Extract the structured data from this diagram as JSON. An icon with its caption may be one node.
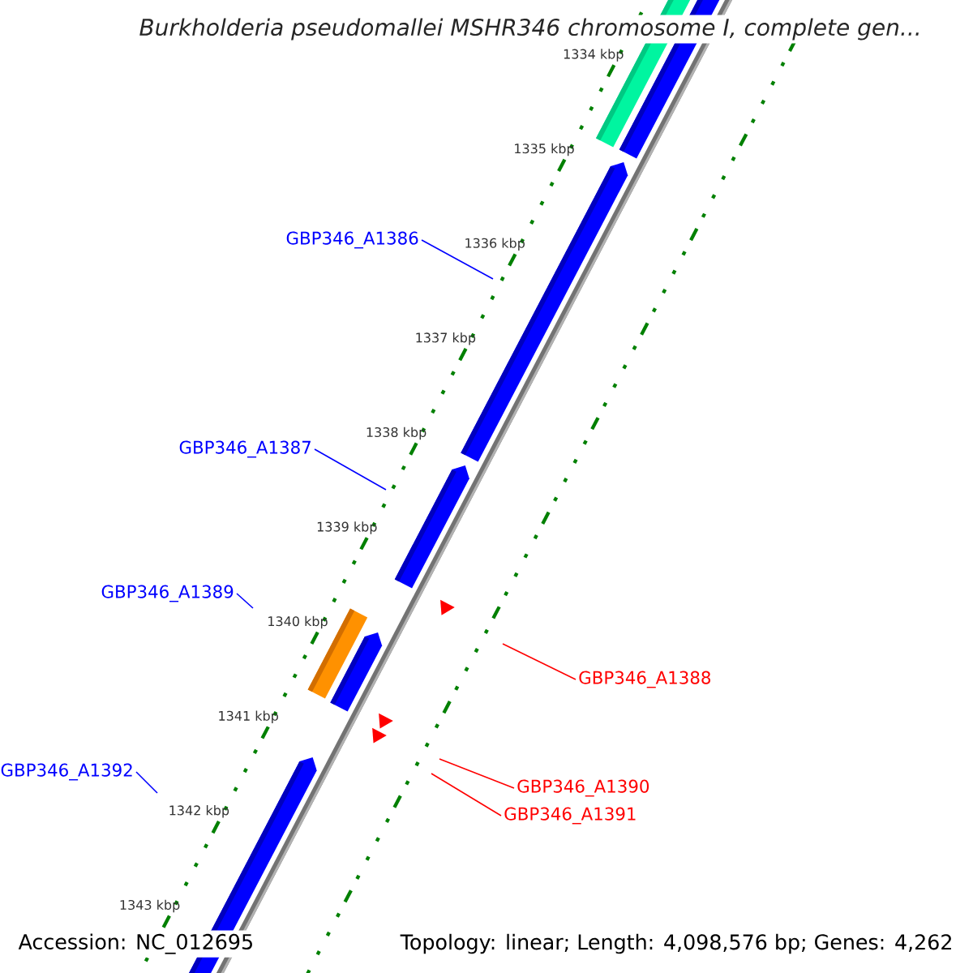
{
  "diagram": {
    "title": "Burkholderia pseudomallei MSHR346 chromosome I, complete gen...",
    "nodes": [
      {
        "text": [
          "GBP346_A1386"
        ]
      },
      {
        "text": [
          "GBP346_A1387"
        ]
      },
      {
        "text": [
          "GBP346_A1389"
        ]
      },
      {
        "text": [
          "GBP346_A1388"
        ]
      },
      {
        "text": [
          "GBP346_A1392"
        ]
      },
      {
        "text": [
          "GBP346_A1390"
        ]
      },
      {
        "text": [
          "GBP346_A1391"
        ]
      }
    ],
    "edges": [
      {
        "from": 0,
        "to": null,
        "arrow": "none"
      },
      {
        "from": 1,
        "to": null,
        "arrow": "none"
      },
      {
        "from": 2,
        "to": null,
        "arrow": "none"
      },
      {
        "from": 3,
        "to": null,
        "arrow": "none",
        "color": "#ff0000"
      },
      {
        "from": 4,
        "to": null,
        "arrow": "none"
      },
      {
        "from": 5,
        "to": null,
        "arrow": "none",
        "color": "#ff0000"
      },
      {
        "from": 6,
        "to": null,
        "arrow": "none",
        "color": "#ff0000"
      }
    ],
    "labels": [
      "1334 kbp",
      "1335 kbp",
      "1336 kbp",
      "1337 kbp",
      "1338 kbp",
      "1339 kbp",
      "1340 kbp",
      "1341 kbp",
      "1342 kbp",
      "1343 kbp",
      "Accession: NC_012695",
      "Topology: linear; Length: 4,098,576 bp; Genes: 4,262"
    ]
  }
}
